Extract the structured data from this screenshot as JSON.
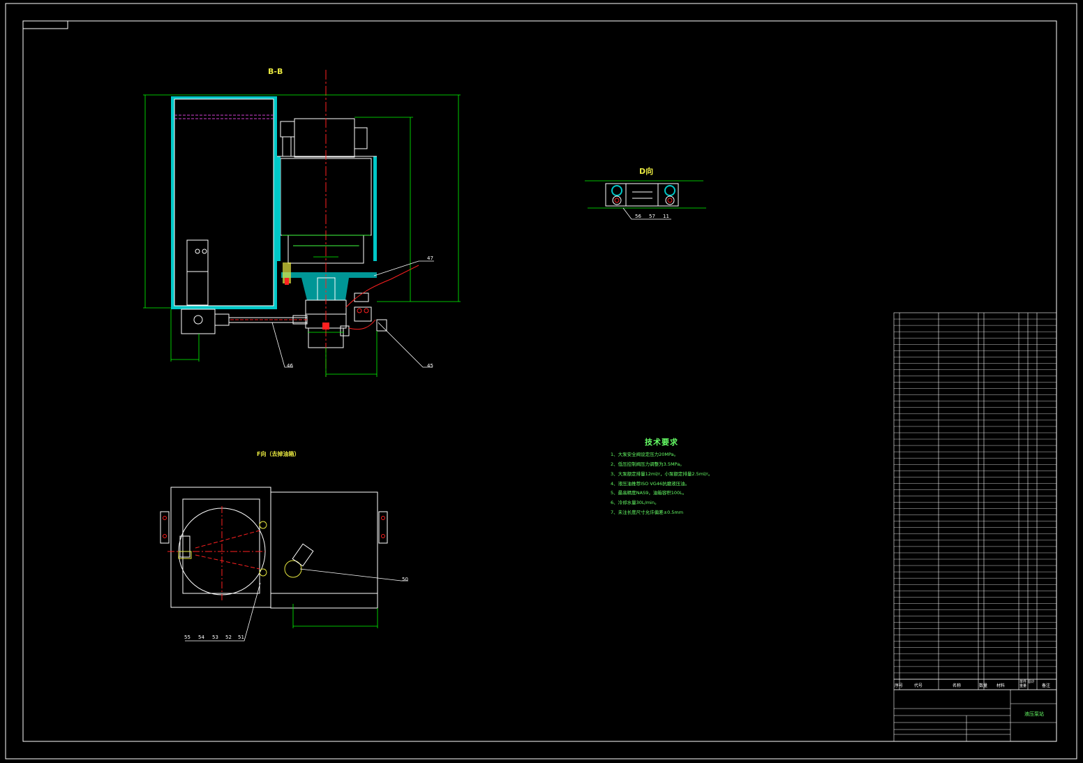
{
  "views": {
    "section_title": "B-B",
    "direction_title": "D向",
    "top_view_title": "F向（去掉油箱）"
  },
  "balloons": {
    "b47": "47",
    "b46": "46",
    "b45": "45",
    "b56": "56",
    "b57": "57",
    "b11": "11",
    "b50": "50",
    "b55": "55",
    "b54": "54",
    "b53": "53",
    "b52": "52",
    "b51": "51"
  },
  "tech": {
    "title": "技术要求",
    "notes": [
      "1、大泵安全阀设定压力20MPa。",
      "2、低压控制阀压力调整为3.5MPa。",
      "3、大泵额定排量12ml/r，小泵额定排量2.5ml/r。",
      "4、液压油推荐ISO VG46抗磨液压油。",
      "5、最高精度NAS9，油箱容积100L。",
      "6、冷却水量30L/min。",
      "7、未注长度尺寸允许偏差±0.5mm"
    ]
  },
  "title_block": {
    "header": [
      "序号",
      "代号",
      "名称",
      "数量",
      "材料",
      "单件 总计 重量",
      "备注"
    ],
    "drawing_name": "液压泵站"
  },
  "colors": {
    "background": "#000000",
    "frame": "#ffffff",
    "outline": "#ffffff",
    "hatch": "#00c8c8",
    "dimension": "#00ff00",
    "centerline": "#ff2020",
    "hidden": "#d040d0",
    "text_green": "#66ff66",
    "text_yellow": "#e8e840"
  }
}
